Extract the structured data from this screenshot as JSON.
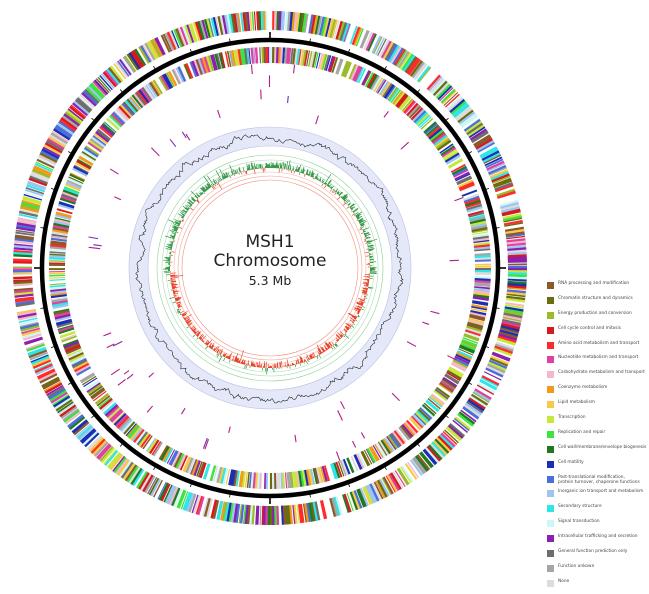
{
  "center": {
    "line1": "MSH1",
    "line2": "Chromosome",
    "size": "5.3 Mb"
  },
  "legend": [
    {
      "label": "RNA processing and modification",
      "color": "#8a5a2b"
    },
    {
      "label": "Chromatin structure and dynamics",
      "color": "#6b6b10"
    },
    {
      "label": "Energy production and conversion",
      "color": "#9bbb2a"
    },
    {
      "label": "Cell cycle control and mitosis",
      "color": "#d71920"
    },
    {
      "label": "Amino acid metabolism and transport",
      "color": "#ff2a2a"
    },
    {
      "label": "Nucleotide metabolism and transport",
      "color": "#e040a0"
    },
    {
      "label": "Carbohydrate metabolism and transport",
      "color": "#f4b8c8"
    },
    {
      "label": "Coenzyme metabolism",
      "color": "#f29a1a"
    },
    {
      "label": "Lipid metabolism",
      "color": "#f7c948"
    },
    {
      "label": "Transcription",
      "color": "#c6e83a"
    },
    {
      "label": "Replication and repair",
      "color": "#3fe33f"
    },
    {
      "label": "Cell wall/membrane/envelope biogenesis",
      "color": "#1f7a1f"
    },
    {
      "label": "Cell motility",
      "color": "#1a2fb3"
    },
    {
      "label": "Post-translational modification,\nprotein turnover, chaperone functions",
      "color": "#4a6fd8"
    },
    {
      "label": "Inorganic ion transport and metabolism",
      "color": "#9ec5f0"
    },
    {
      "label": "Secondary structure",
      "color": "#2ee6e6"
    },
    {
      "label": "Signal transduction",
      "color": "#cdf7f7"
    },
    {
      "label": "Intracellular trafficking and secretion",
      "color": "#8a1fb0"
    },
    {
      "label": "General function prediction only",
      "color": "#6e6e6e"
    },
    {
      "label": "Function unkown",
      "color": "#a6a6a6"
    },
    {
      "label": "None",
      "color": "#dcdcdc"
    }
  ],
  "colors": {
    "backbone": "#000000",
    "gc_band": "#e4e8f8",
    "gc_skew_positive": "#3a9a4a",
    "gc_skew_negative": "#e8452a"
  }
}
